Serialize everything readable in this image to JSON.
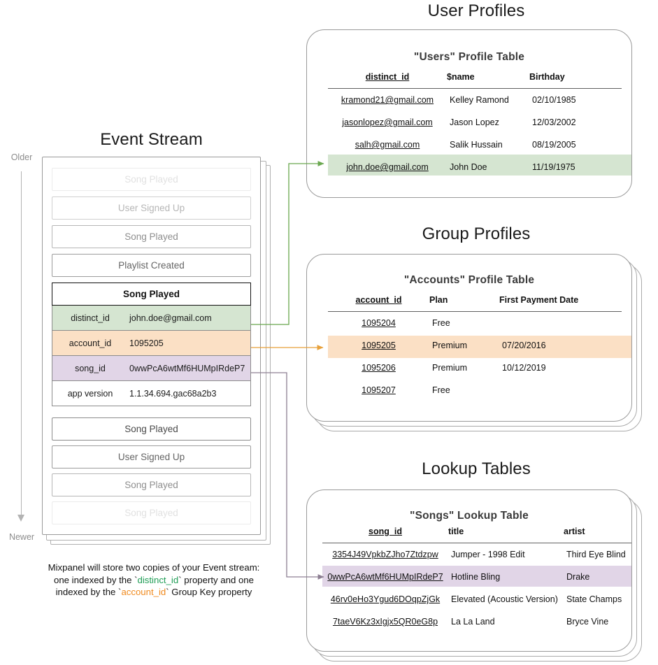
{
  "sections": {
    "event_stream_title": "Event Stream",
    "user_profiles_title": "User Profiles",
    "group_profiles_title": "Group Profiles",
    "lookup_tables_title": "Lookup Tables"
  },
  "timeline": {
    "older_label": "Older",
    "newer_label": "Newer"
  },
  "event_stream": {
    "events_above": [
      {
        "label": "Song Played"
      },
      {
        "label": "User Signed Up"
      },
      {
        "label": "Song Played"
      },
      {
        "label": "Playlist Created"
      }
    ],
    "selected_event": {
      "title": "Song Played",
      "properties": [
        {
          "key": "distinct_id",
          "value": "john.doe@gmail.com",
          "highlight": "green"
        },
        {
          "key": "account_id",
          "value": "1095205",
          "highlight": "orange"
        },
        {
          "key": "song_id",
          "value": "0wwPcA6wtMf6HUMpIRdeP7",
          "highlight": "purple"
        },
        {
          "key": "app version",
          "value": "1.1.34.694.gac68a2b3",
          "highlight": "none"
        }
      ]
    },
    "events_below": [
      {
        "label": "Song Played"
      },
      {
        "label": "User Signed Up"
      },
      {
        "label": "Song Played"
      },
      {
        "label": "Song Played"
      }
    ],
    "caption": {
      "line1": "Mixpanel will store two copies of your Event stream:",
      "line2_pre": "one indexed by the `",
      "line2_token": "distinct_id",
      "line2_post": "` property and one",
      "line3_pre": "indexed by the `",
      "line3_token": "account_id",
      "line3_post": "` Group Key property"
    }
  },
  "users_table": {
    "title": "\"Users\" Profile Table",
    "headers": [
      "distinct_id",
      "$name",
      "Birthday"
    ],
    "rows": [
      {
        "cells": [
          "kramond21@gmail.com",
          "Kelley Ramond",
          "02/10/1985"
        ],
        "highlight": "none"
      },
      {
        "cells": [
          "jasonlopez@gmail.com",
          "Jason Lopez",
          "12/03/2002"
        ],
        "highlight": "none"
      },
      {
        "cells": [
          "salh@gmail.com",
          "Salik Hussain",
          "08/19/2005"
        ],
        "highlight": "none"
      },
      {
        "cells": [
          "john.doe@gmail.com",
          "John Doe",
          "11/19/1975"
        ],
        "highlight": "green"
      }
    ]
  },
  "accounts_table": {
    "title": "\"Accounts\" Profile Table",
    "headers": [
      "account_id",
      "Plan",
      "First Payment Date"
    ],
    "rows": [
      {
        "cells": [
          "1095204",
          "Free",
          ""
        ],
        "highlight": "none"
      },
      {
        "cells": [
          "1095205",
          "Premium",
          "07/20/2016"
        ],
        "highlight": "orange"
      },
      {
        "cells": [
          "1095206",
          "Premium",
          "10/12/2019"
        ],
        "highlight": "none"
      },
      {
        "cells": [
          "1095207",
          "Free",
          ""
        ],
        "highlight": "none"
      }
    ]
  },
  "songs_table": {
    "title": "\"Songs\" Lookup Table",
    "headers": [
      "song_id",
      "title",
      "artist"
    ],
    "rows": [
      {
        "cells": [
          "3354J49VpkbZJho7Ztdzpw",
          "Jumper - 1998 Edit",
          "Third Eye Blind"
        ],
        "highlight": "none"
      },
      {
        "cells": [
          "0wwPcA6wtMf6HUMpIRdeP7",
          "Hotline Bling",
          "Drake"
        ],
        "highlight": "purple"
      },
      {
        "cells": [
          "46rv0eHo3Ygud6DOqpZjGk",
          "Elevated (Acoustic Version)",
          "State Champs"
        ],
        "highlight": "none"
      },
      {
        "cells": [
          "7taeV6Kz3xIgjx5QR0eG8p",
          "La La Land",
          "Bryce Vine"
        ],
        "highlight": "none"
      }
    ]
  },
  "colors": {
    "green": "#d5e5d1",
    "orange": "#fbe0c5",
    "purple": "#e1d5e7",
    "arrow_green": "#6aa84f",
    "arrow_orange": "#e8a13a",
    "arrow_purple": "#8d7f93",
    "border": "#9a9a9a"
  }
}
